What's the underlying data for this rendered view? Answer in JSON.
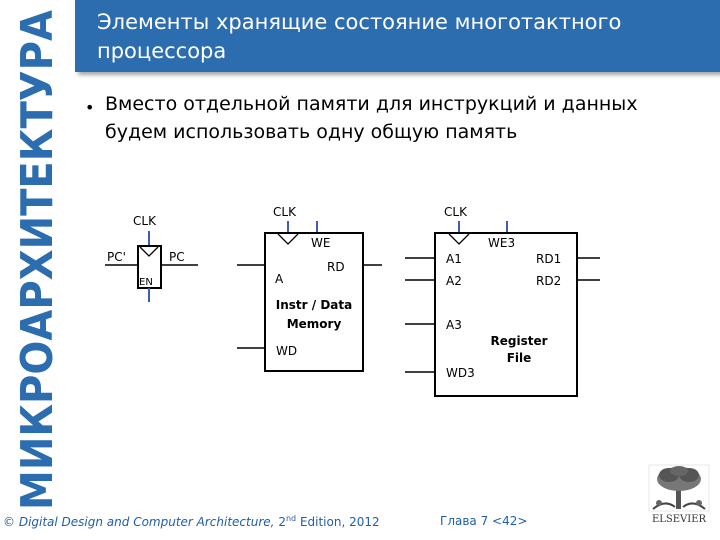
{
  "side_title": "МИКРОАРХИТЕКТУРА",
  "header": {
    "title_line1": "Элементы хранящие состояние многотактного",
    "title_line2": "процессора"
  },
  "bullet": {
    "line1": "Вместо отдельной памяти для инструкций и данных",
    "line2": "будем использовать одну общую память"
  },
  "diagram": {
    "pc_register": {
      "clk": "CLK",
      "input": "PC'",
      "output": "PC",
      "enable": "EN"
    },
    "memory": {
      "clk": "CLK",
      "we": "WE",
      "addr": "A",
      "rd": "RD",
      "wd": "WD",
      "name_line1": "Instr / Data",
      "name_line2": "Memory"
    },
    "register_file": {
      "clk": "CLK",
      "we": "WE3",
      "a1": "A1",
      "a2": "A2",
      "a3": "A3",
      "wd": "WD3",
      "rd1": "RD1",
      "rd2": "RD2",
      "name_line1": "Register",
      "name_line2": "File"
    }
  },
  "footer": {
    "book_title": "Digital Design and Computer Architecture,",
    "edition_num": "2",
    "edition_sup": "nd",
    "edition_rest": "Edition, 2012",
    "chapter": "Глава 7 <42>",
    "copyright": "©"
  },
  "logo": {
    "label": "ELSEVIER"
  },
  "colors": {
    "header_bg": "#2c6db0",
    "side_title": "#2c6db0",
    "footer_text": "#1f5fa8",
    "wire_blue": "#3a5fb0"
  }
}
